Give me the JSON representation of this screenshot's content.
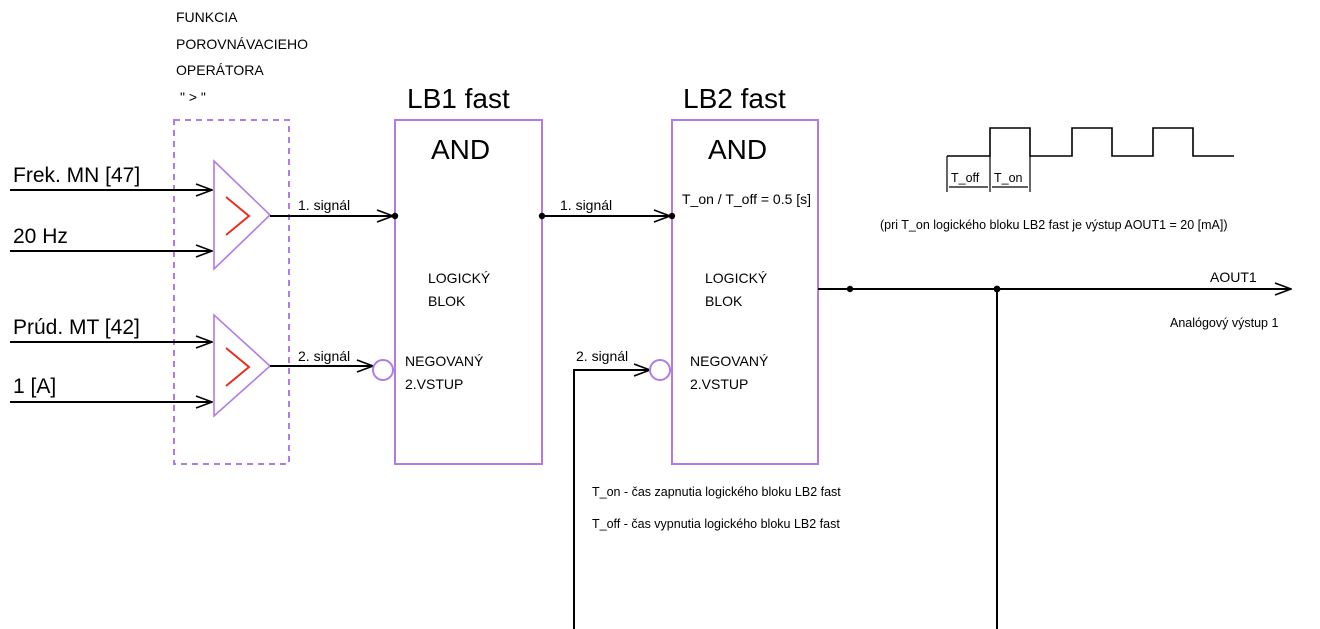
{
  "comparator": {
    "title_lines": [
      "FUNKCIA",
      "POROVNÁVACIEHO",
      "OPERÁTORA",
      "\" > \""
    ]
  },
  "inputs": {
    "in1": "Frek. MN [47]",
    "in2": "20 Hz",
    "in3": "Prúd. MT [42]",
    "in4": "1 [A]"
  },
  "lb1": {
    "name": "LB1 fast",
    "op": "AND",
    "logic_line1": "LOGICKÝ",
    "logic_line2": "BLOK",
    "neg_line1": "NEGOVANÝ",
    "neg_line2": "2.VSTUP"
  },
  "lb2": {
    "name": "LB2 fast",
    "op": "AND",
    "timing": "T_on / T_off = 0.5 [s]",
    "logic_line1": "LOGICKÝ",
    "logic_line2": "BLOK",
    "neg_line1": "NEGOVANÝ",
    "neg_line2": "2.VSTUP"
  },
  "signals": {
    "s1_lb1": "1. signál",
    "s2_lb1": "2. signál",
    "s1_lb2": "1. signál",
    "s2_lb2": "2. signál"
  },
  "output": {
    "name": "AOUT1",
    "desc": "Analógový výstup 1"
  },
  "waveform": {
    "t_off": "T_off",
    "t_on": "T_on",
    "note": "(pri T_on logického bloku LB2 fast je výstup AOUT1 = 20 [mA])"
  },
  "legend": {
    "t_on_desc": "T_on - čas zapnutia logického bloku LB2 fast",
    "t_off_desc": "T_off - čas vypnutia logického bloku LB2 fast"
  }
}
